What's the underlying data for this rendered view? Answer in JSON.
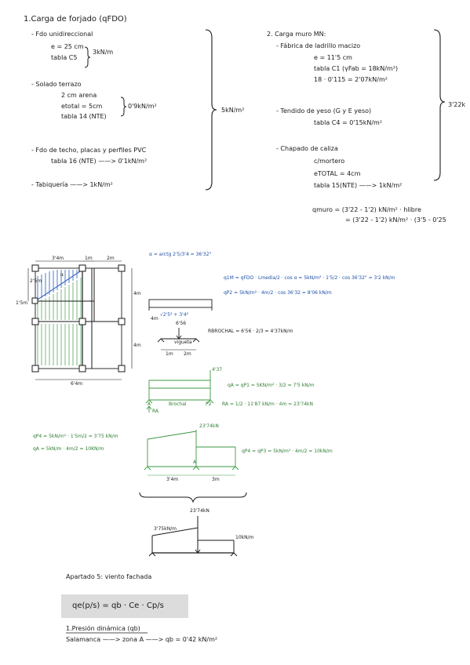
{
  "left_block": {
    "title": "1.Carga de forjado (qFDO)",
    "fdo_title": "- Fdo unidireccional",
    "fdo_e": "e = 25 cm",
    "fdo_tabla": "tabla C5",
    "fdo_value": "3kN/m",
    "solado_title": "- Solado terrazo",
    "solado_arena": "2 cm arena",
    "solado_etotal": "etotal = 5cm",
    "solado_tabla": "tabla 14 (NTE)",
    "solado_value": "0'9kN/m²",
    "techo_title": "- Fdo de techo, placas y perfiles PVC",
    "techo_line": "tabla 16 (NTE) ——> 0'1kN/m²",
    "tabiqueria": "- Tabiquería ——> 1kN/m²",
    "total": "5kN/m²"
  },
  "right_block": {
    "title": "2. Carga muro MN:",
    "fabrica_title": "- Fábrica de ladrillo macizo",
    "fabrica_e": "e = 11'5 cm",
    "fabrica_tabla": "tabla C1  (γFab = 18kN/m³)",
    "fabrica_calc": "18 · 0'115 = 2'07kN/m²",
    "yeso_title": "- Tendido de yeso (G y E yeso)",
    "yeso_tabla": "tabla C4 = 0'15kN/m²",
    "chapado_title": "- Chapado de caliza",
    "chapado_mortero": "c/mortero",
    "chapado_etotal": "eTOTAL = 4cm",
    "chapado_tabla": "tabla 15(NTE) ——> 1kN/m²",
    "total": "3'22k",
    "qmuro_1": "qmuro = (3'22 - 1'2) kN/m² · hlibre",
    "qmuro_2": "= (3'22 - 1'2) kN/m² · (3'5 - 0'25"
  },
  "plan": {
    "dim_34": "3'4m",
    "dim_1m": "1m",
    "dim_2m": "2m",
    "dim_25": "2'5m",
    "dim_15": "1'5m",
    "dim_4": "4m",
    "dim_64": "6'4m",
    "alpha_label": "α"
  },
  "calc_top": {
    "alpha": "α = arctg 2'5/3'4 = 36'32\"",
    "q1": "q1M = qFDO · Lmedia/2 · cos α = 5kN/m² · 1'5/2 · cos 36'32\" = 3'2 kN/m",
    "q2": "qP2 = 5kN/m² · 4m/2 · cos 36'32 = 8'06 kN/m",
    "beam_len": "√2'5² + 3'4²",
    "dim_4m": "4m",
    "load_656": "6'56",
    "vigueta": "vigueta",
    "dim_1m": "1m",
    "dim_2m": "2m",
    "r_brochal": "RBROCHAL = 6'56 · 2/3 = 4'37kN/m",
    "load_437": "4'37",
    "qa": "qA = qP1 = 5KN/m² · 3/2 = 7'5 kN/m",
    "a": "A",
    "brochal": "Brochal",
    "p2": "P2",
    "ra_label": "RA",
    "ra": "RA = 1/2 · 11'87 kN/m · 4m = 23'74kN"
  },
  "calc_mid": {
    "qp4": "qP4 = 5kN/m² · 1'5m/2 = 3'75 kN/m",
    "qa": "qA = 5kN/m · 4m/2 = 10KN/m",
    "load": "23'74kN",
    "node_a": "A",
    "qp4r": "qP4 = qP3 = 5kN/m² · 4m/2 = 10kN/m",
    "dim_34": "3'4m",
    "dim_3m": "3m"
  },
  "result_beam": {
    "load": "23'74kN",
    "left": "3'75kN/m",
    "right": "10kN/m"
  },
  "apartado": {
    "title": "Apartado 5: viento fachada",
    "formula": "qe(p/s) = qb · Ce · Cp/s",
    "presion_title": "1.Presión dinámica (qb)",
    "presion_line": "Salamanca ——> zona A ——> qb = 0'42 kN/m²"
  }
}
